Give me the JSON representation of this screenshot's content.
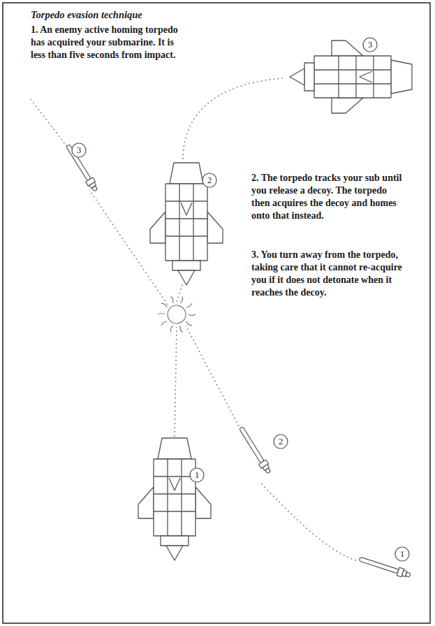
{
  "diagram": {
    "title": "Torpedo evasion technique",
    "labels": [
      "1. An enemy active homing torpedo has acquired your submarine. It is less than five seconds from impact.",
      "3",
      "3",
      "2",
      "2. The torpedo tracks your sub until you release a decoy. The torpedo then acquires the decoy and homes onto that instead.",
      "3. You turn away from the torpedo, taking care that it cannot re-acquire you if it does not detonate when it reaches the decoy.",
      "2",
      "1",
      "1"
    ]
  }
}
